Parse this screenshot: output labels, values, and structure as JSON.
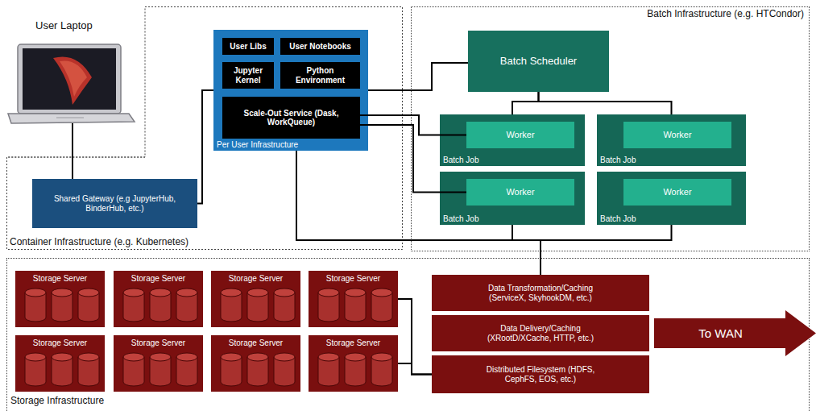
{
  "diagram": {
    "nodes": [
      {
        "text": [
          "Container Infrastructure (e.g. Kubernetes)"
        ]
      },
      {
        "text": [
          "Shared Gateway (e.g JupyterHub, BinderHub, etc.)"
        ],
        "in": 0
      },
      {
        "text": [
          "Per User Infrastructure"
        ],
        "in": 0
      },
      {
        "text": [
          "User Libs"
        ],
        "in": 2
      },
      {
        "text": [
          "User Notebooks"
        ],
        "in": 2
      },
      {
        "text": [
          "Jupyter Kernel"
        ],
        "in": 2
      },
      {
        "text": [
          "Python Environment"
        ],
        "in": 2
      },
      {
        "text": [
          "Scale-Out Service (Dask, WorkQueue)"
        ],
        "in": 2
      },
      {
        "text": [
          "Batch Infrastructure (e.g. HTCondor)"
        ]
      },
      {
        "text": [
          "Batch Scheduler"
        ],
        "in": 8
      },
      {
        "text": [
          "Batch Job"
        ],
        "in": 8
      },
      {
        "text": [
          "Worker"
        ],
        "in": 10
      },
      {
        "text": [
          "Batch Job"
        ],
        "in": 8
      },
      {
        "text": [
          "Worker"
        ],
        "in": 12
      },
      {
        "text": [
          "Batch Job"
        ],
        "in": 8
      },
      {
        "text": [
          "Worker"
        ],
        "in": 14
      },
      {
        "text": [
          "Batch Job"
        ],
        "in": 8
      },
      {
        "text": [
          "Worker"
        ],
        "in": 16
      },
      {
        "text": [
          "Storage Infrastructure"
        ]
      },
      {
        "text": [
          "Storage Server"
        ],
        "in": 18
      },
      {
        "text": [
          "Storage Server"
        ],
        "in": 18
      },
      {
        "text": [
          "Storage Server"
        ],
        "in": 18
      },
      {
        "text": [
          "Storage Server"
        ],
        "in": 18
      },
      {
        "text": [
          "Storage Server"
        ],
        "in": 18
      },
      {
        "text": [
          "Storage Server"
        ],
        "in": 18
      },
      {
        "text": [
          "Storage Server"
        ],
        "in": 18
      },
      {
        "text": [
          "Storage Server"
        ],
        "in": 18
      },
      {
        "text": [
          "Data Transformation/Caching (ServiceX, SkyhookDM, etc.)"
        ],
        "in": 18
      },
      {
        "text": [
          "Data Delivery/Caching (XRootD/XCache, HTTP, etc.)"
        ],
        "in": 18
      },
      {
        "text": [
          "Distributed Filesystem (HDFS, CephFS, EOS, etc.)"
        ],
        "in": 18
      },
      {
        "text": [
          "To WAN"
        ]
      }
    ],
    "edges": [
      {
        "from": 1,
        "to": 2,
        "arrow": "none"
      },
      {
        "from": 2,
        "to": 9,
        "arrow": "none"
      },
      {
        "from": 9,
        "to": 10,
        "arrow": "none"
      },
      {
        "from": 9,
        "to": 12,
        "arrow": "none"
      },
      {
        "from": 7,
        "to": 11,
        "arrow": "none"
      },
      {
        "from": 7,
        "to": 15,
        "arrow": "none"
      },
      {
        "from": 2,
        "to": 27,
        "arrow": "none"
      },
      {
        "from": 14,
        "to": 27,
        "arrow": "none"
      },
      {
        "from": 16,
        "to": 27,
        "arrow": "none"
      },
      {
        "from": 22,
        "to": 29,
        "arrow": "none"
      },
      {
        "from": 26,
        "to": 29,
        "arrow": "none"
      }
    ],
    "labels": [
      "User Laptop"
    ]
  }
}
